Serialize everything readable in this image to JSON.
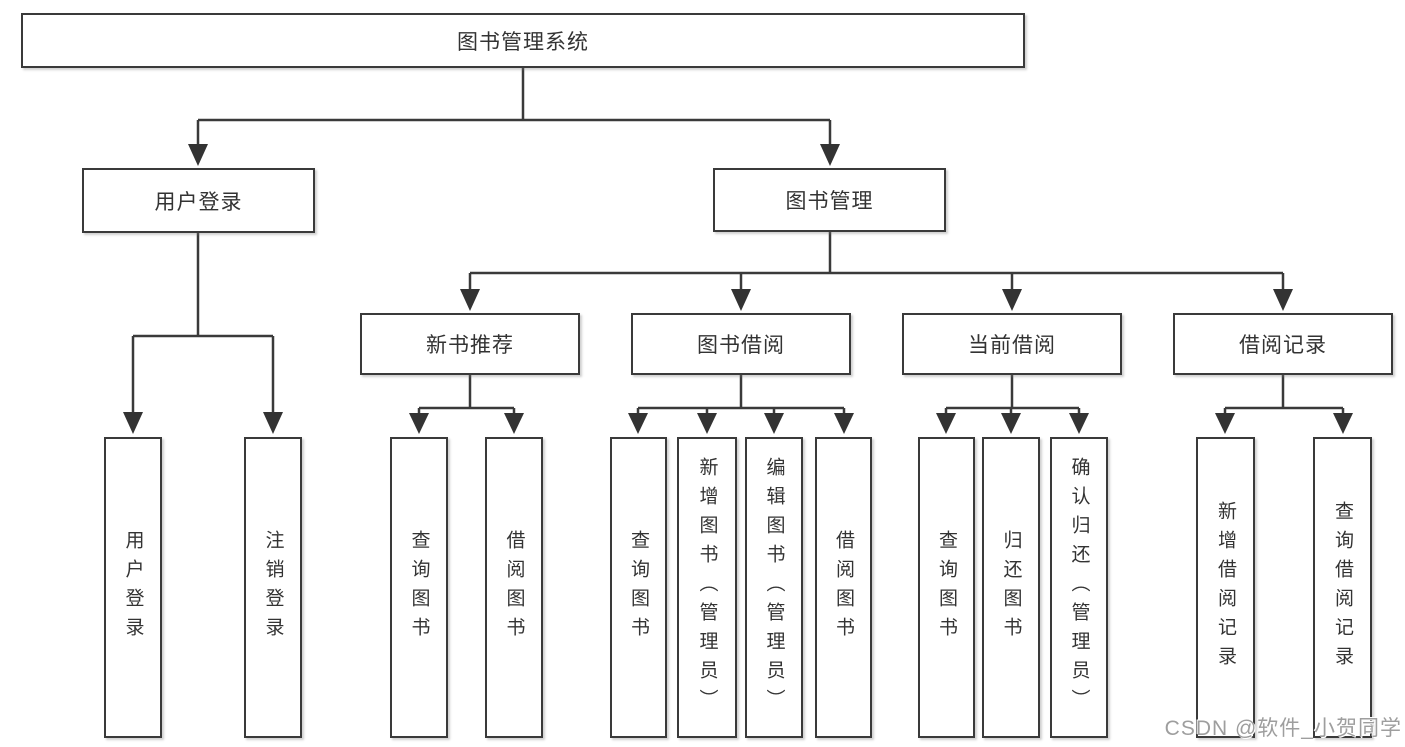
{
  "diagram_type": "hierarchy-tree",
  "colors": {
    "line": "#3a3a3a",
    "box_border": "#3a3a3a",
    "box_fill": "#ffffff",
    "text": "#333333",
    "watermark": "#9e9e9e",
    "background": "#ffffff"
  },
  "tree": {
    "label": "图书管理系统",
    "children": [
      {
        "label": "用户登录",
        "children": [
          {
            "label": "用户登录"
          },
          {
            "label": "注销登录"
          }
        ]
      },
      {
        "label": "图书管理",
        "children": [
          {
            "label": "新书推荐",
            "children": [
              {
                "label": "查询图书"
              },
              {
                "label": "借阅图书"
              }
            ]
          },
          {
            "label": "图书借阅",
            "children": [
              {
                "label": "查询图书"
              },
              {
                "label": "新增图书（管理员）"
              },
              {
                "label": "编辑图书（管理员）"
              },
              {
                "label": "借阅图书"
              }
            ]
          },
          {
            "label": "当前借阅",
            "children": [
              {
                "label": "查询图书"
              },
              {
                "label": "归还图书"
              },
              {
                "label": "确认归还（管理员）"
              }
            ]
          },
          {
            "label": "借阅记录",
            "children": [
              {
                "label": "新增借阅记录"
              },
              {
                "label": "查询借阅记录"
              }
            ]
          }
        ]
      }
    ]
  },
  "watermark": {
    "text": "CSDN @软件_小贺同学"
  }
}
